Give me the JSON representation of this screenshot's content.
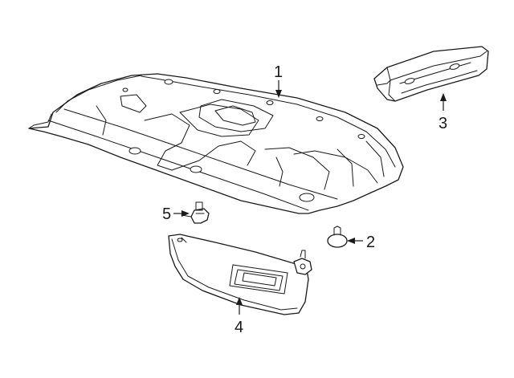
{
  "callouts": {
    "c1": "1",
    "c2": "2",
    "c3": "3",
    "c4": "4",
    "c5": "5"
  },
  "parts": [
    "headliner",
    "retainer-plug",
    "overhead-console",
    "sun-visor",
    "visor-clip"
  ]
}
